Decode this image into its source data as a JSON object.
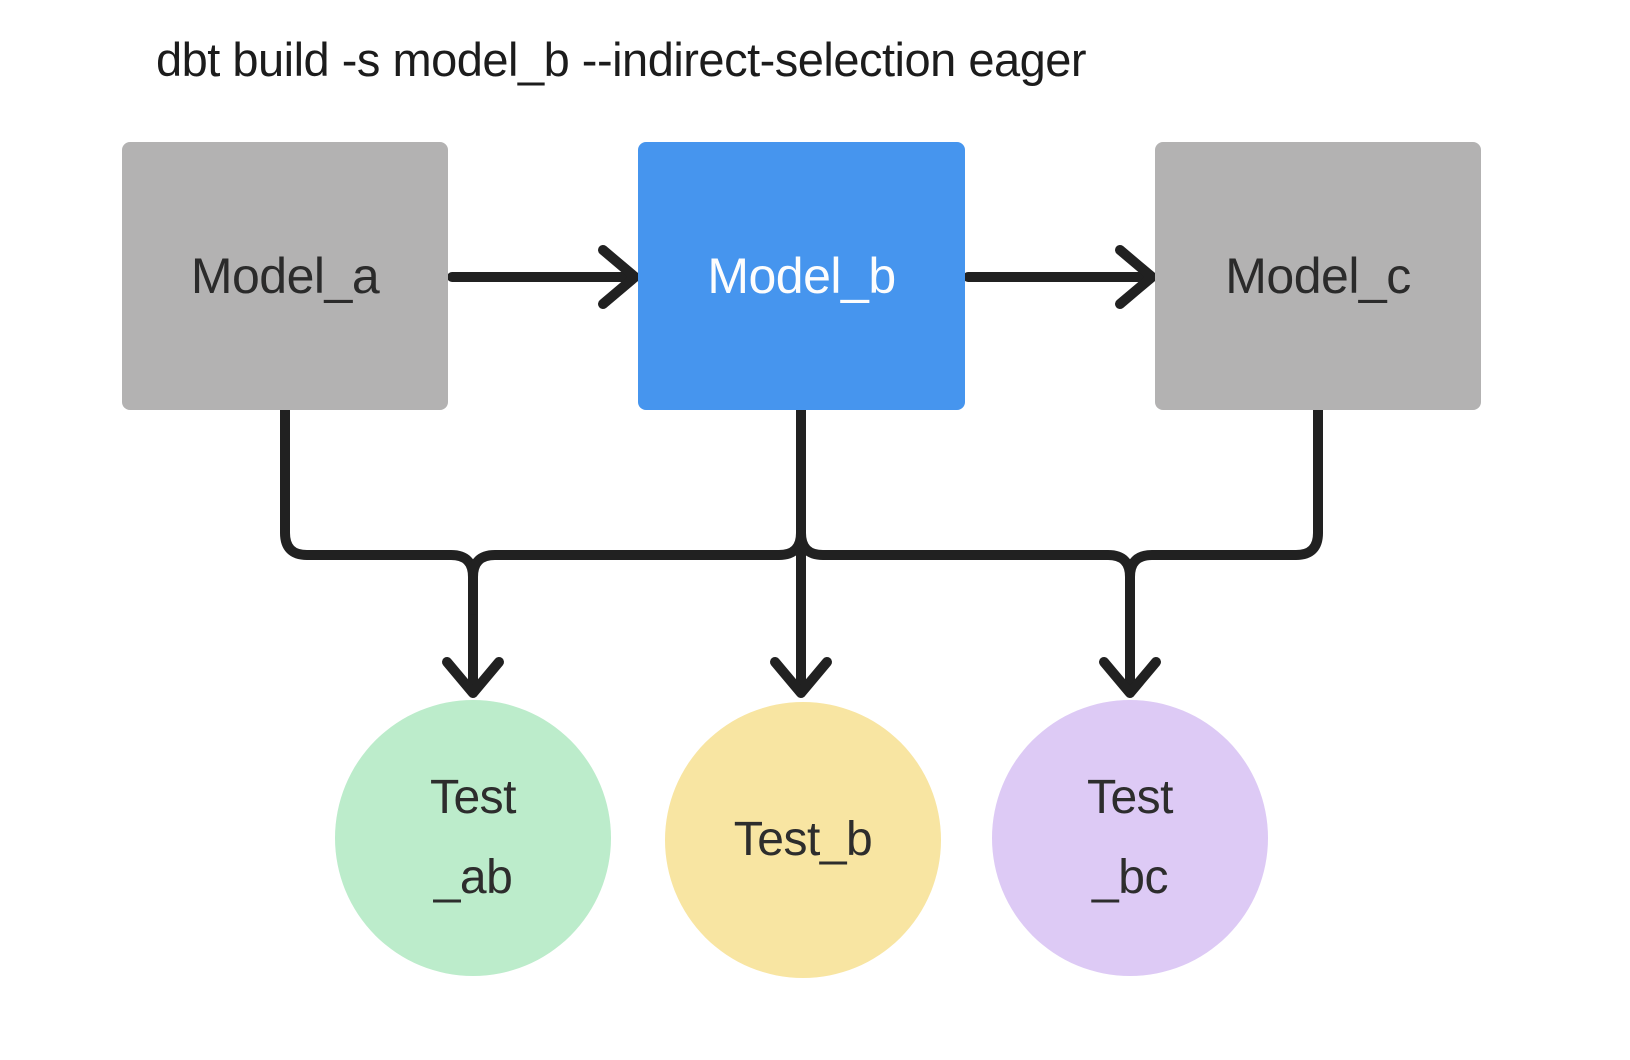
{
  "title": "dbt build -s model_b --indirect-selection eager",
  "diagram_type": "dag-flowchart",
  "colors": {
    "background": "#ffffff",
    "model_default_fill": "#b3b2b2",
    "model_selected_fill": "#4695ee",
    "model_default_text": "#2b2b2b",
    "model_selected_text": "#fdfdfd",
    "test_ab_fill": "#bceccb",
    "test_b_fill": "#f8e5a2",
    "test_bc_fill": "#ddcaf5",
    "edge_stroke": "#212121",
    "title_text": "#1c1c1c"
  },
  "models": [
    {
      "id": "model_a",
      "label": "Model_a",
      "selected": false
    },
    {
      "id": "model_b",
      "label": "Model_b",
      "selected": true
    },
    {
      "id": "model_c",
      "label": "Model_c",
      "selected": false
    }
  ],
  "tests": [
    {
      "id": "test_ab",
      "label_lines": [
        "Test",
        "_ab"
      ]
    },
    {
      "id": "test_b",
      "label_lines": [
        "Test_b"
      ]
    },
    {
      "id": "test_bc",
      "label_lines": [
        "Test",
        "_bc"
      ]
    }
  ],
  "edges": [
    {
      "from": "model_a",
      "to": "model_b"
    },
    {
      "from": "model_b",
      "to": "model_c"
    },
    {
      "from": "model_a",
      "to": "test_ab"
    },
    {
      "from": "model_b",
      "to": "test_ab"
    },
    {
      "from": "model_b",
      "to": "test_b"
    },
    {
      "from": "model_b",
      "to": "test_bc"
    },
    {
      "from": "model_c",
      "to": "test_bc"
    }
  ]
}
